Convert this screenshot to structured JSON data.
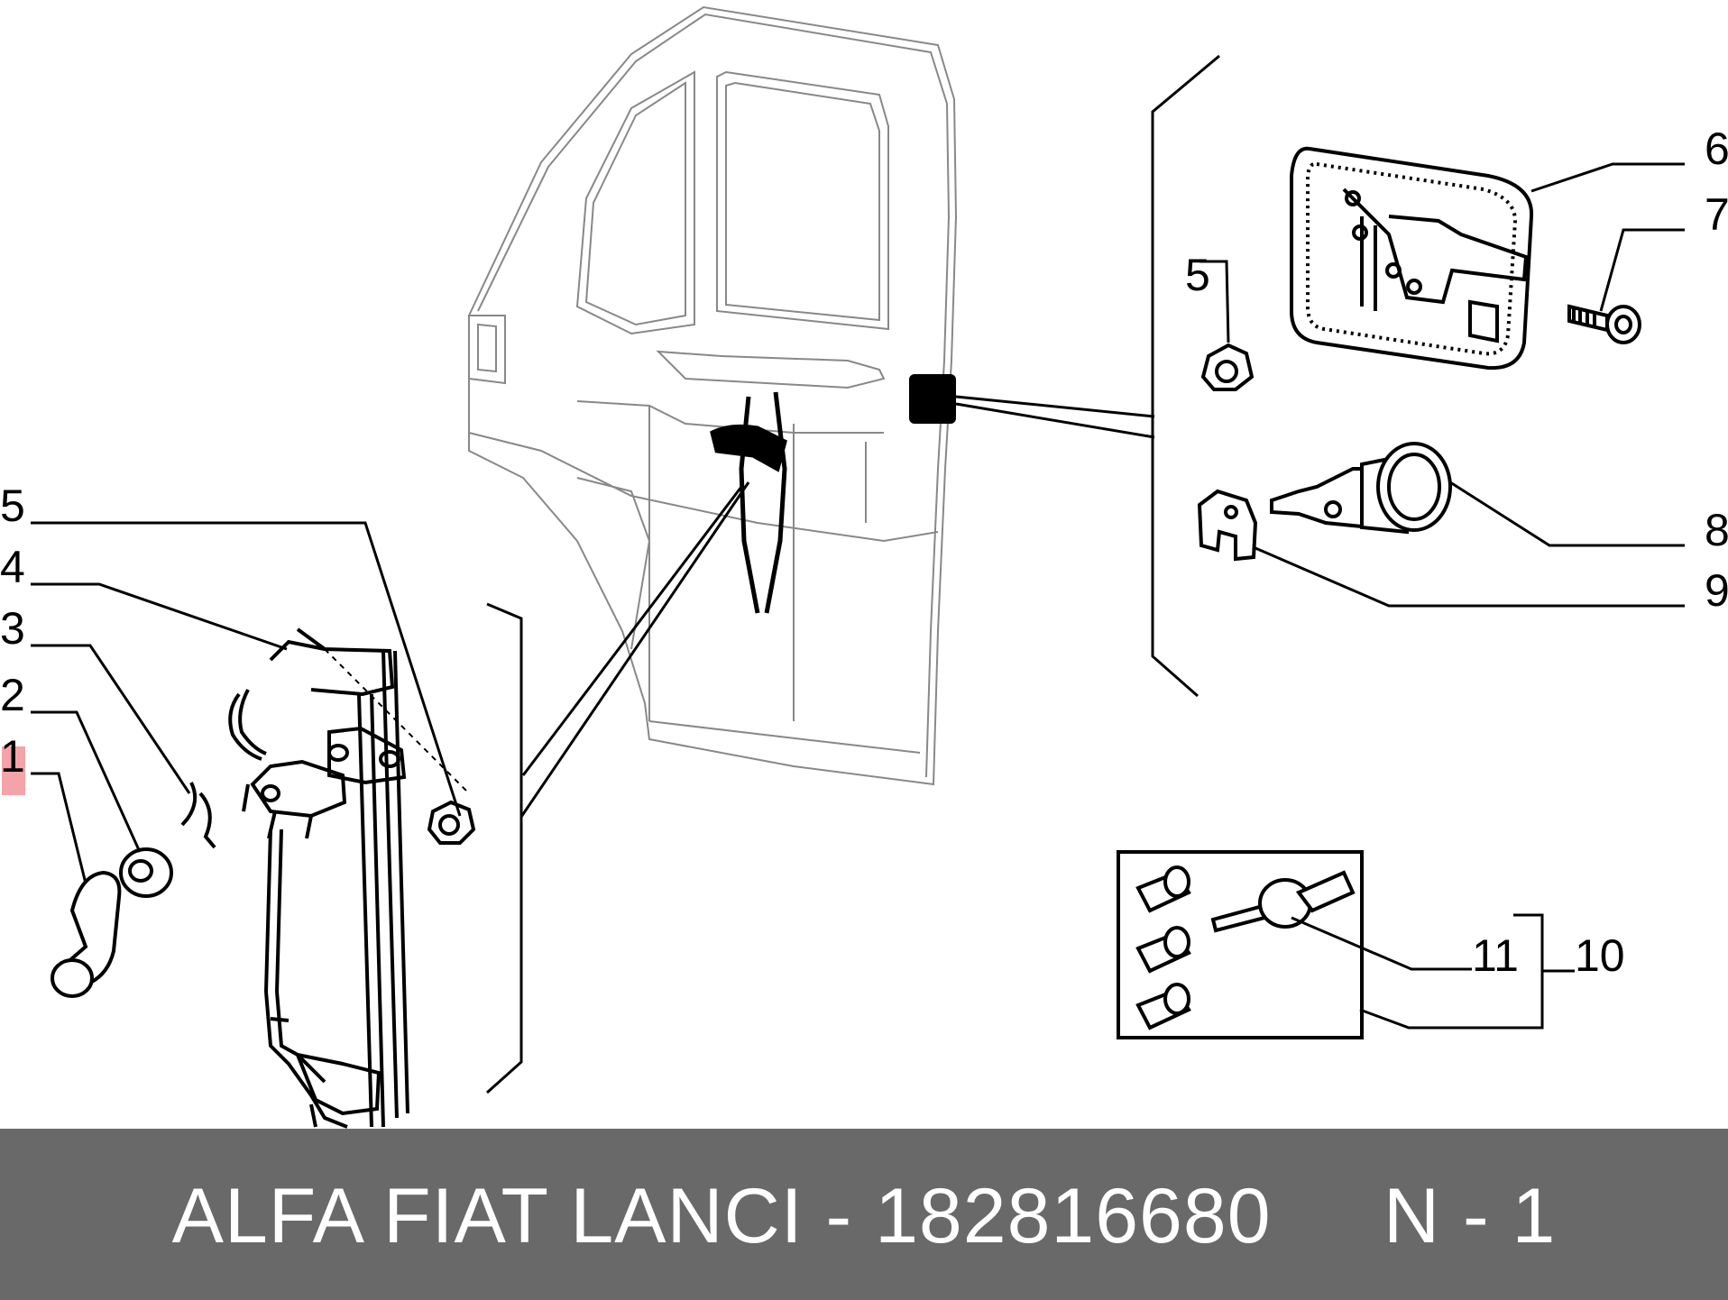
{
  "callouts": {
    "left": [
      "5",
      "4",
      "3",
      "2",
      "1"
    ],
    "right": [
      "6",
      "7",
      "5",
      "8",
      "9"
    ],
    "kit": [
      "11",
      "10"
    ]
  },
  "highlighted_callout": "1",
  "highlight_color": "#f4a3a8",
  "footer": {
    "background": "#696969",
    "text_color": "#ffffff",
    "brand_part": "ALFA FIAT LANCI - 182816680",
    "ref": "N - 1"
  }
}
